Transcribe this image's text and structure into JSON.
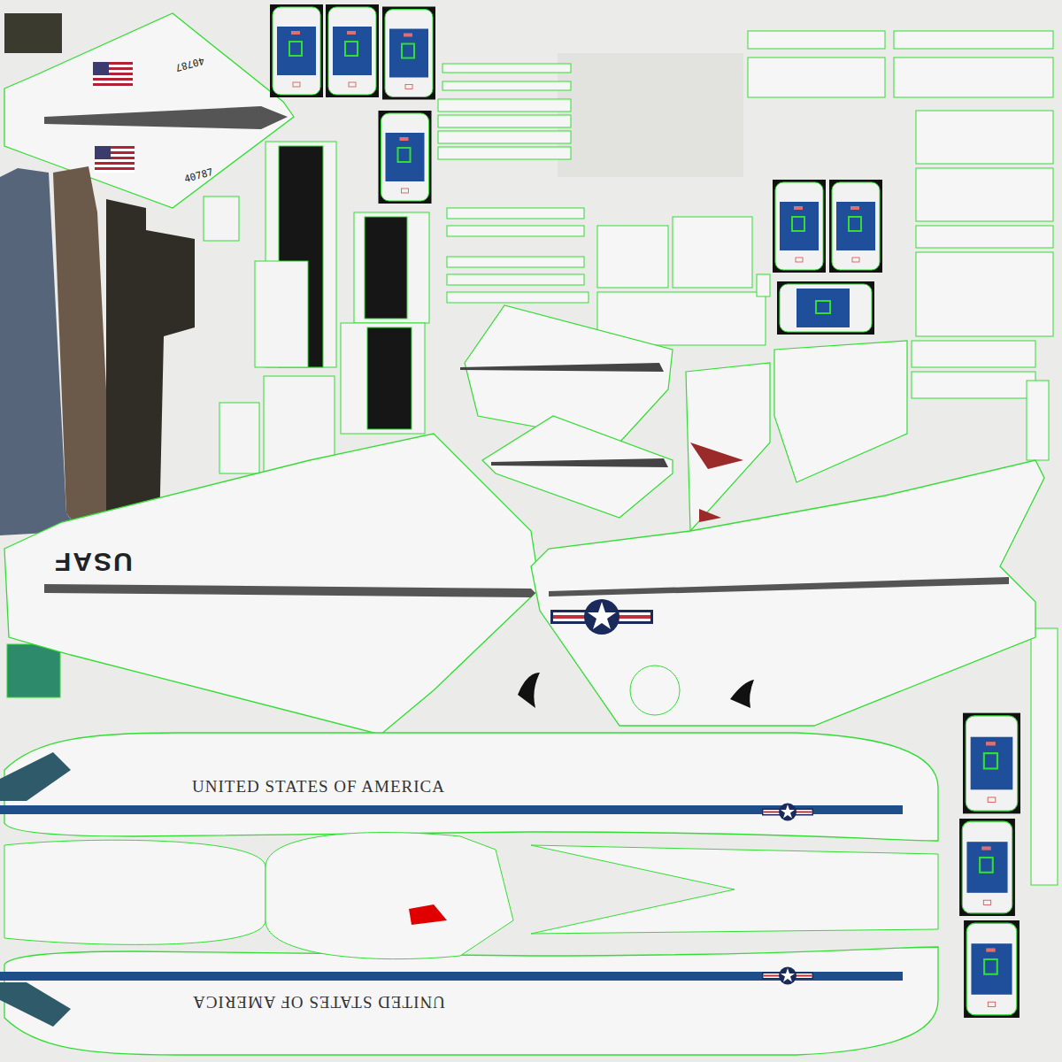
{
  "diagram": {
    "labels": [
      "40787",
      "40787",
      "USAF",
      "UNITED STATES OF AMERICA",
      "UNITED STATES OF AMERICA"
    ]
  }
}
